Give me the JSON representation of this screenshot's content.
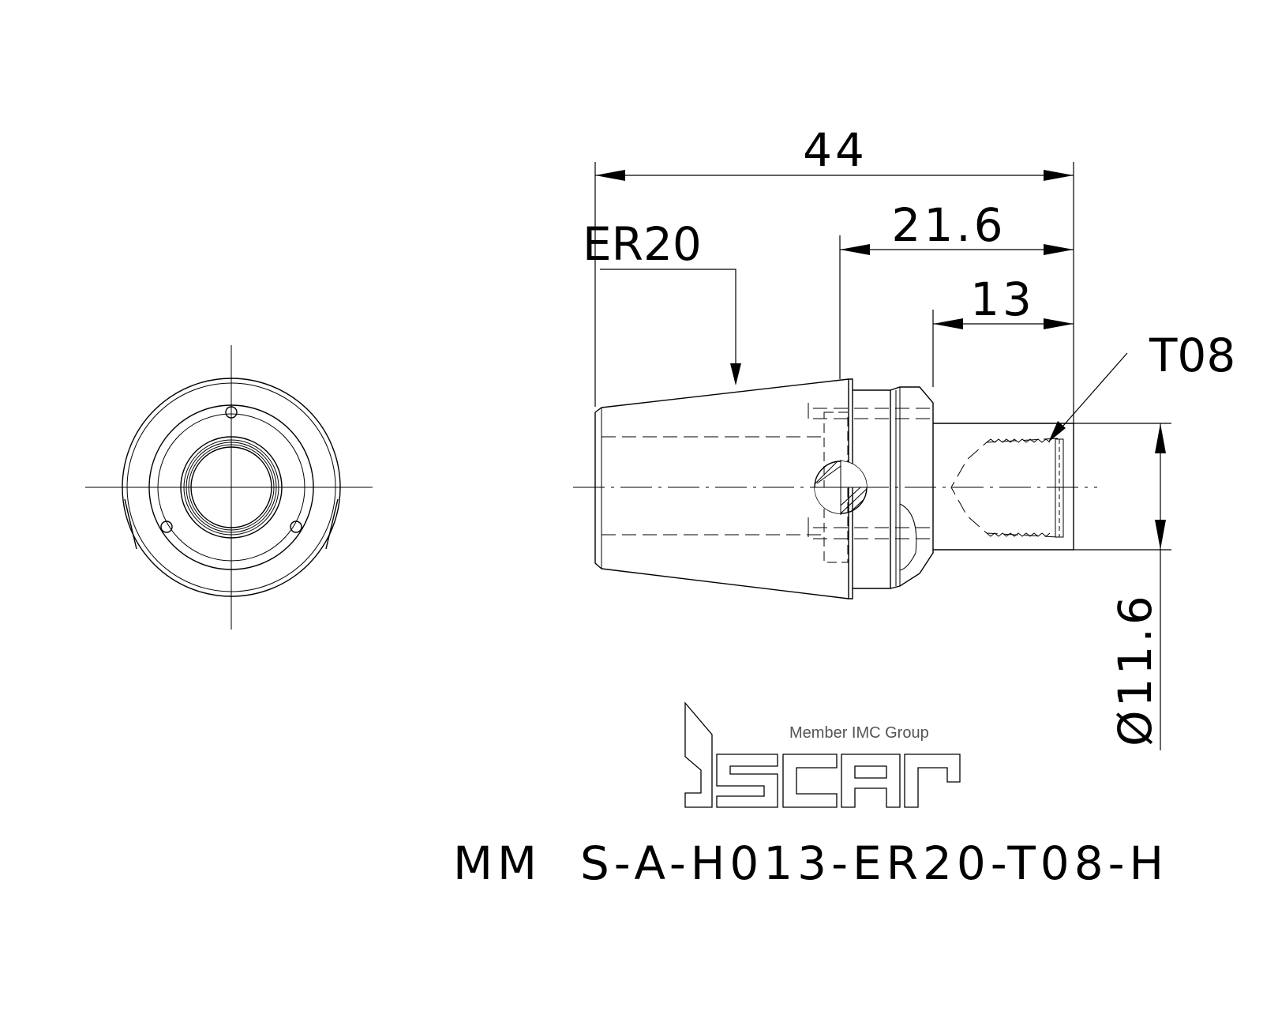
{
  "dimensions": {
    "overall_length": "44",
    "length_to_flange": "21.6",
    "shank_length": "13",
    "shank_diameter": "Ø11.6"
  },
  "callouts": {
    "collet_type": "ER20",
    "thread_type": "T08"
  },
  "logo": {
    "tagline": "Member IMC Group",
    "brand": "iscar"
  },
  "model": {
    "designation": "MM  S-A-H013-ER20-T08-H"
  }
}
